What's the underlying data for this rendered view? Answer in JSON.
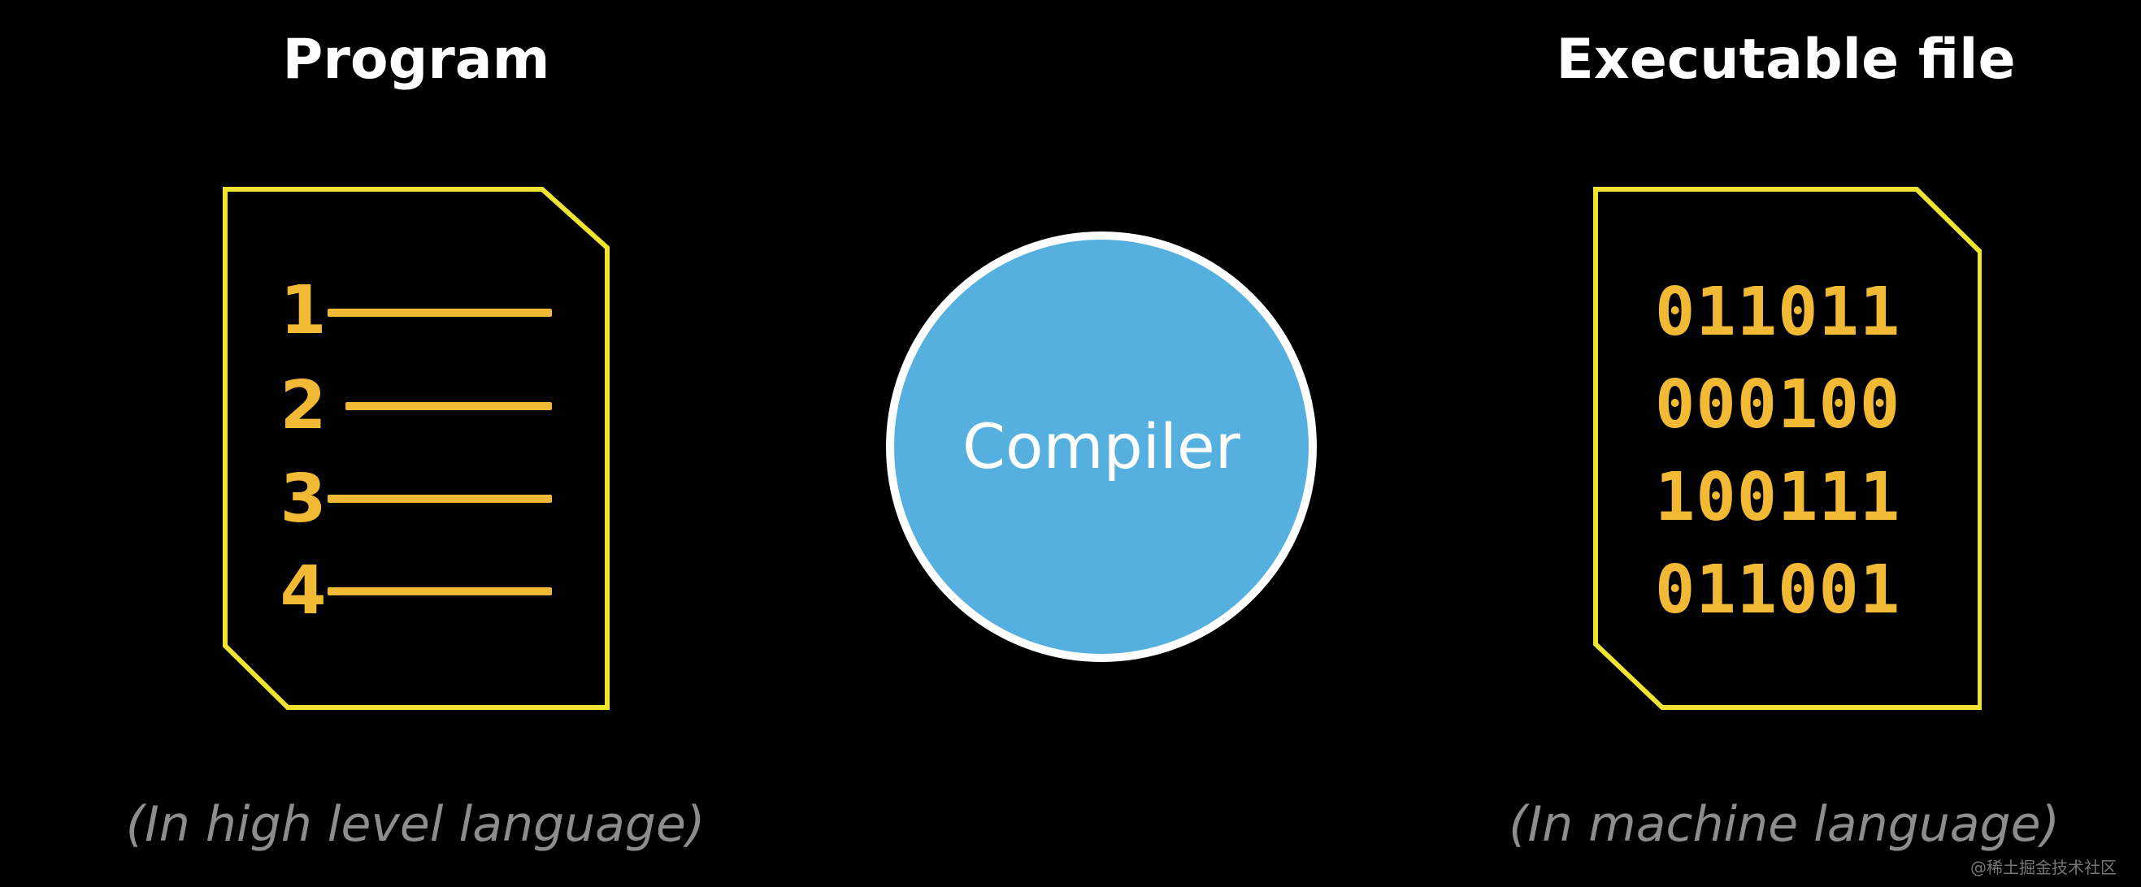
{
  "left": {
    "title": "Program",
    "subtitle": "(In high level language)",
    "line_numbers": [
      "1",
      "2",
      "3",
      "4"
    ]
  },
  "center": {
    "label": "Compiler"
  },
  "right": {
    "title": "Executable file",
    "subtitle": "(In machine language)",
    "rows": [
      "011011",
      "000100",
      "100111",
      "011001"
    ]
  },
  "watermark": "@稀土掘金技术社区",
  "colors": {
    "background": "#000000",
    "document_outline": "#f0e332",
    "code_accent": "#f2b935",
    "compiler_fill": "#55b0e0",
    "compiler_border": "#ffffff",
    "title_text": "#ffffff",
    "subtitle_text": "#8d8d8d"
  }
}
